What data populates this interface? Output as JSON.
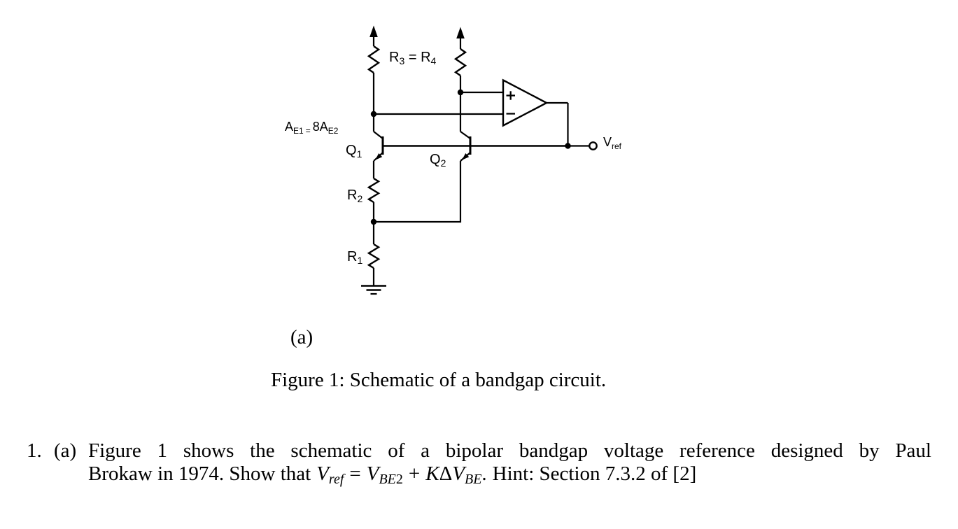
{
  "colors": {
    "ink": "#000000",
    "background": "#ffffff"
  },
  "schematic": {
    "icons": {
      "supply_arrow": "upward-arrow",
      "ground": "ground-symbol",
      "opamp_noninverting": "plus",
      "opamp_inverting": "minus",
      "output_terminal": "open-circle",
      "junction": "filled-dot"
    },
    "r3r4": {
      "r3_base": "R",
      "r3_sub": "3",
      "equals": "=",
      "r4_base": "R",
      "r4_sub": "4"
    },
    "emitter_area": {
      "a1_base": "A",
      "a1_sub": "E1",
      "equals": "=",
      "a2_base": "8A",
      "a2_sub": "E2"
    },
    "q1": {
      "base": "Q",
      "sub": "1"
    },
    "q2": {
      "base": "Q",
      "sub": "2"
    },
    "r2": {
      "base": "R",
      "sub": "2"
    },
    "r1": {
      "base": "R",
      "sub": "1"
    },
    "vref": {
      "base": "V",
      "sub": "ref"
    }
  },
  "figure": {
    "panel_label": "(a)",
    "caption": "Figure 1: Schematic of a bandgap circuit."
  },
  "problem": {
    "number": "1.",
    "part": "(a)",
    "line1": "Figure 1 shows the schematic of a bipolar bandgap voltage reference designed by Paul",
    "line2_pre": "Brokaw in 1974. Show that",
    "math": {
      "v1": "V",
      "v1_sub": "ref",
      "equals": "=",
      "v2": "V",
      "v2_sub_letters": "BE",
      "v2_sub_digit": "2",
      "plus": "+",
      "k": "K",
      "delta": "Δ",
      "v3": "V",
      "v3_sub": "BE",
      "period": "."
    },
    "hint": "Hint: Section 7.3.2 of [2]"
  }
}
